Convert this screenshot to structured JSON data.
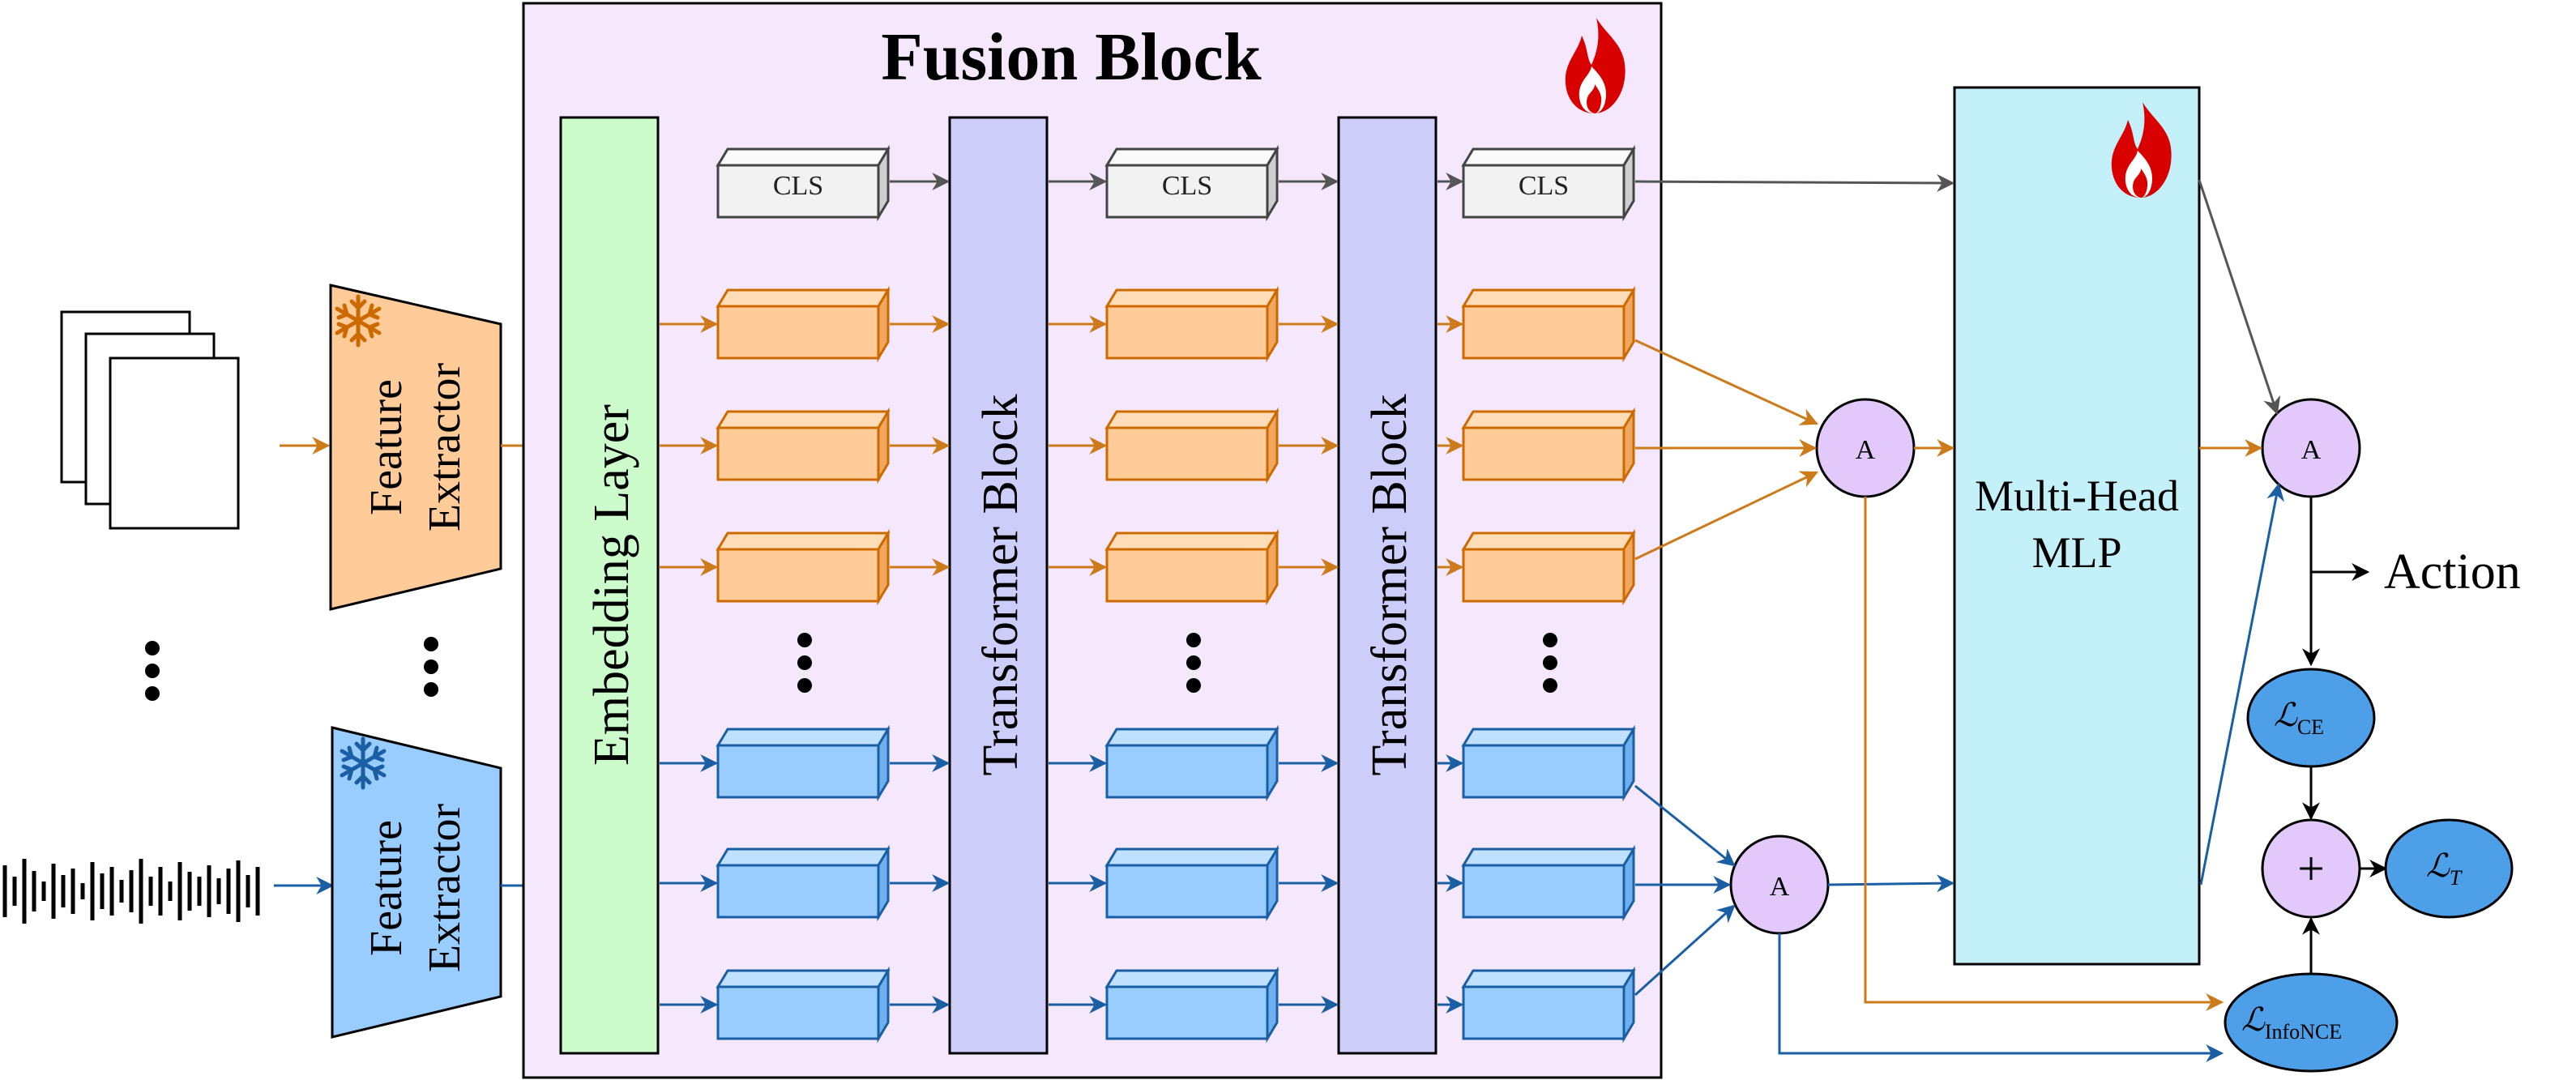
{
  "fusion_block": {
    "title": "Fusion Block"
  },
  "feature_extractor": {
    "visual_label_line1": "Feature",
    "visual_label_line2": "Extractor",
    "audio_label_line1": "Feature",
    "audio_label_line2": "Extractor"
  },
  "embedding_layer": {
    "label": "Embedding Layer"
  },
  "transformer_blocks": [
    {
      "label": "Transformer Block"
    },
    {
      "label": "Transformer Block"
    }
  ],
  "cls_tokens": [
    {
      "label": "CLS"
    },
    {
      "label": "CLS"
    },
    {
      "label": "CLS"
    }
  ],
  "multi_head_mlp": {
    "label_line1": "Multi-Head",
    "label_line2": "MLP"
  },
  "aggregation_nodes": {
    "label": "A"
  },
  "outputs": {
    "action": "Action",
    "plus": "+",
    "loss_ce_main": "ℒ",
    "loss_ce_sub": "CE",
    "loss_t_main": "ℒ",
    "loss_t_sub": "T",
    "loss_infonce_main": "ℒ",
    "loss_infonce_sub": "InfoNCE"
  },
  "colors": {
    "fusion_bg": "#f6e8fc",
    "embedding": "#ccfccc",
    "transformer": "#cdcdf9",
    "mlp": "#c4f0fa",
    "visual_token": "#ffcc99",
    "visual_stroke": "#cc6a00",
    "audio_token": "#99ccff",
    "audio_stroke": "#1a5fa3",
    "cls_token": "#f2f2f2",
    "agg_node": "#e3c9fb",
    "loss_node": "#4d9fe8",
    "flame": "#d90000",
    "arrow_orange": "#cc7a1a",
    "arrow_blue": "#1a5fa3",
    "arrow_gray": "#555555"
  },
  "icons": {
    "frozen_visual": "snowflake-icon",
    "frozen_audio": "snowflake-icon",
    "trainable_fusion": "flame-icon",
    "trainable_mlp": "flame-icon"
  }
}
